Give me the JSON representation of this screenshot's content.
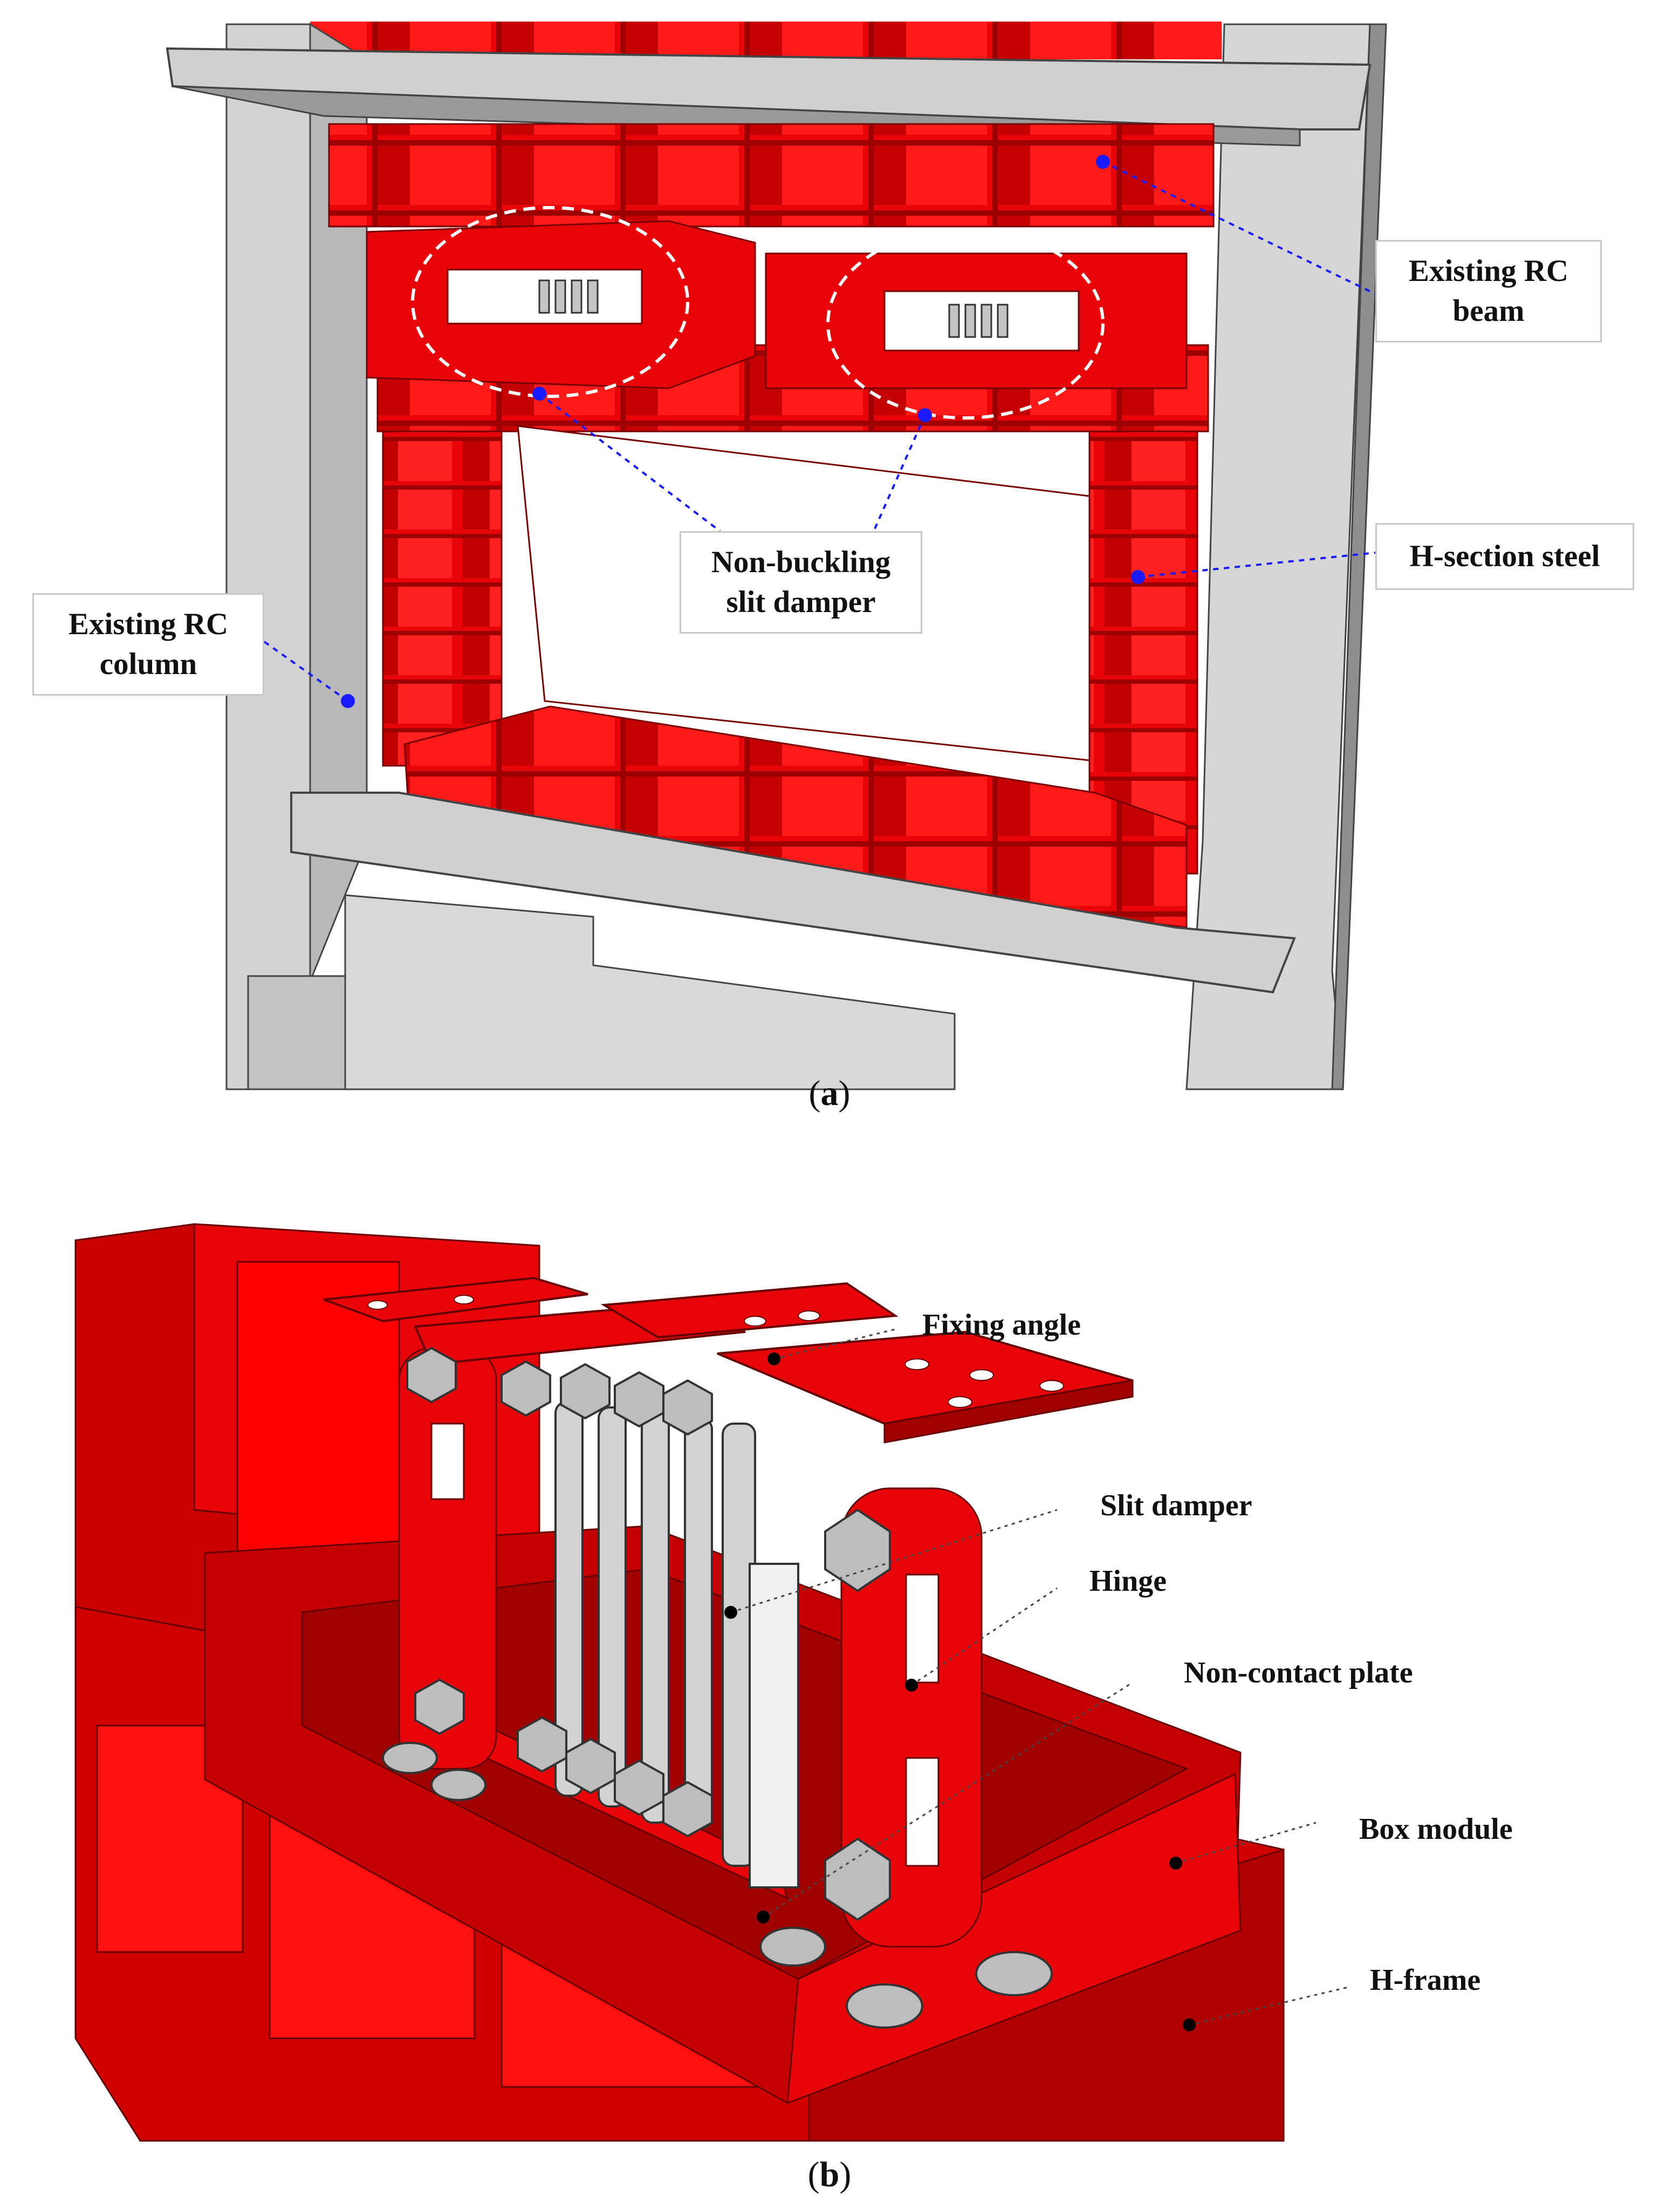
{
  "figure_a": {
    "caption_letter": "a",
    "labels": {
      "beam": [
        "Existing RC",
        "beam"
      ],
      "column": [
        "Existing RC",
        "column"
      ],
      "damper": [
        "Non-buckling",
        "slit damper"
      ],
      "hsection": "H-section steel"
    }
  },
  "figure_b": {
    "caption_letter": "b",
    "labels": {
      "fixing_angle": "Fixing angle",
      "slit_damper": "Slit damper",
      "hinge": "Hinge",
      "non_contact_plate": "Non-contact plate",
      "box_module": "Box module",
      "h_frame": "H-frame"
    }
  },
  "colors": {
    "steel_red": "#e8050a",
    "steel_red_dark": "#a60000",
    "concrete": "#cfcfcf",
    "concrete_dark": "#8e8e8e",
    "damper_grey": "#c4c4c4",
    "leader_blue": "#1a1aff"
  }
}
